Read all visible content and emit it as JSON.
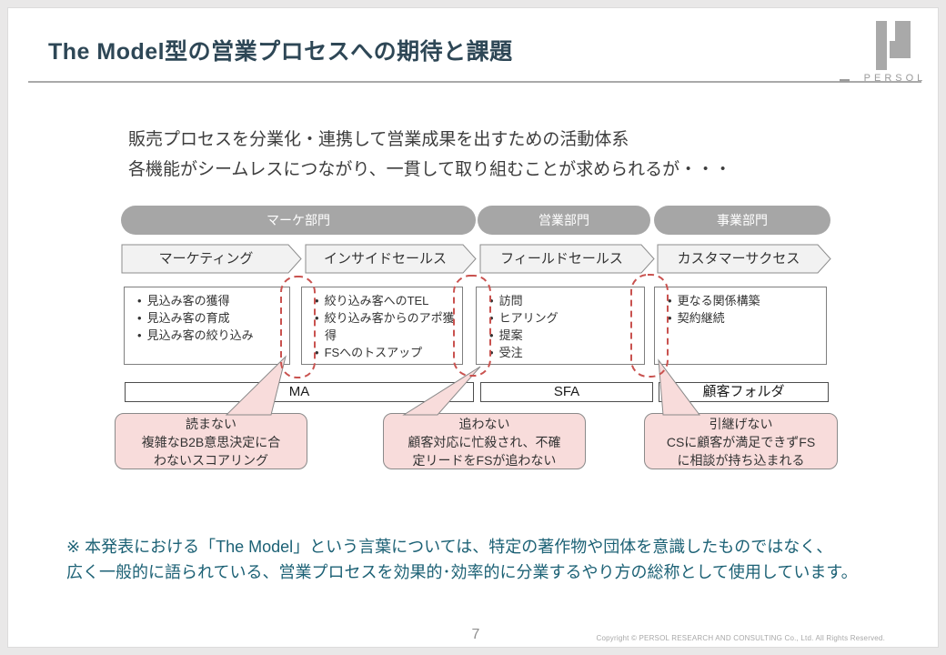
{
  "slide": {
    "title": "The Model型の営業プロセスへの期待と課題",
    "intro_lines": [
      "販売プロセスを分業化・連携して営業成果を出すための活動体系",
      "各機能がシームレスにつながり、一貫して取り組むことが求められるが・・・"
    ],
    "note_lines": [
      "※ 本発表における「The Model」という言葉については、特定の著作物や団体を意識したものではなく、",
      "広く一般的に語られている、営業プロセスを効果的･効率的に分業するやり方の総称として使用しています。"
    ],
    "page_number": "7",
    "copyright": "Copyright ©  PERSOL RESEARCH AND CONSULTING Co., Ltd. All Rights Reserved."
  },
  "logo": {
    "brand": "PERSOL"
  },
  "departments": [
    {
      "label": "マーケ部門"
    },
    {
      "label": "営業部門"
    },
    {
      "label": "事業部門"
    }
  ],
  "stages": [
    {
      "label": "マーケティング",
      "items": [
        "見込み客の獲得",
        "見込み客の育成",
        "見込み客の絞り込み"
      ]
    },
    {
      "label": "インサイドセールス",
      "items": [
        "絞り込み客へのTEL",
        "絞り込み客からのアポ獲得",
        "FSへのトスアップ"
      ]
    },
    {
      "label": "フィールドセールス",
      "items": [
        "訪問",
        "ヒアリング",
        "提案",
        "受注"
      ]
    },
    {
      "label": "カスタマーサクセス",
      "items": [
        "更なる関係構築",
        "契約継続"
      ]
    }
  ],
  "tools": [
    {
      "label": "MA"
    },
    {
      "label": "SFA"
    },
    {
      "label": "顧客フォルダ"
    }
  ],
  "issues": [
    {
      "text": "読まない\n複雑なB2B意思決定に合\nわないスコアリング"
    },
    {
      "text": "追わない\n顧客対応に忙殺され、不確\n定リードをFSが追わない"
    },
    {
      "text": "引継げない\nCSに顧客が満足できずFS\nに相談が持ち込まれる"
    }
  ],
  "colors": {
    "title": "#2e4756",
    "note_text": "#1c6175",
    "department_pill": "#a6a6a6",
    "chevron_fill": "#f2f2f2",
    "callout_pink": "#f8dcdb",
    "dashed_highlight_red": "#c9524f",
    "border_gray": "#7f7f7f"
  }
}
